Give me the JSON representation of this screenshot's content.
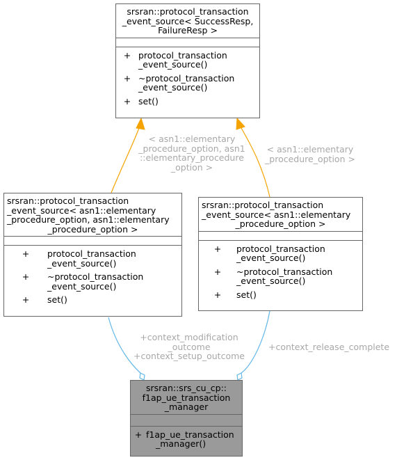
{
  "colors": {
    "inheritance_edge": "#f5a300",
    "association_edge": "#63b8e8",
    "edge_label": "#a8a8a8",
    "focus_box_fill": "#9a9a9a",
    "box_border": "#666666"
  },
  "classes": {
    "base": {
      "title_lines": [
        "srsran::protocol_transaction",
        "_event_source< SuccessResp,",
        "FailureResp >"
      ],
      "operations": [
        {
          "visibility": "+",
          "lines": [
            "protocol_transaction",
            "_event_source()"
          ]
        },
        {
          "visibility": "+",
          "lines": [
            "~protocol_transaction",
            "_event_source()"
          ]
        },
        {
          "visibility": "+",
          "lines": [
            "set()"
          ]
        }
      ]
    },
    "left": {
      "title_lines": [
        "srsran::protocol_transaction",
        "_event_source< asn1::elementary",
        "_procedure_option, asn1::elementary",
        "_procedure_option >"
      ],
      "operations": [
        {
          "visibility": "+",
          "lines": [
            "protocol_transaction",
            "_event_source()"
          ]
        },
        {
          "visibility": "+",
          "lines": [
            "~protocol_transaction",
            "_event_source()"
          ]
        },
        {
          "visibility": "+",
          "lines": [
            "set()"
          ]
        }
      ]
    },
    "right": {
      "title_lines": [
        "srsran::protocol_transaction",
        "_event_source< asn1::elementary",
        "_procedure_option >"
      ],
      "operations": [
        {
          "visibility": "+",
          "lines": [
            "protocol_transaction",
            "_event_source()"
          ]
        },
        {
          "visibility": "+",
          "lines": [
            "~protocol_transaction",
            "_event_source()"
          ]
        },
        {
          "visibility": "+",
          "lines": [
            "set()"
          ]
        }
      ]
    },
    "focus": {
      "title_lines": [
        "srsran::srs_cu_cp::",
        "f1ap_ue_transaction",
        "_manager"
      ],
      "operations": [
        {
          "visibility": "+",
          "lines": [
            "f1ap_ue_transaction",
            "_manager()"
          ]
        }
      ]
    }
  },
  "edge_labels": {
    "left_template_args": [
      "< asn1::elementary",
      "_procedure_option, asn1",
      "::elementary_procedure",
      "_option >"
    ],
    "right_template_args": [
      "< asn1::elementary",
      "_procedure_option >"
    ],
    "left_member": [
      "+context_modification",
      "_outcome",
      "+context_setup_outcome"
    ],
    "right_member": [
      "+context_release_complete"
    ]
  }
}
